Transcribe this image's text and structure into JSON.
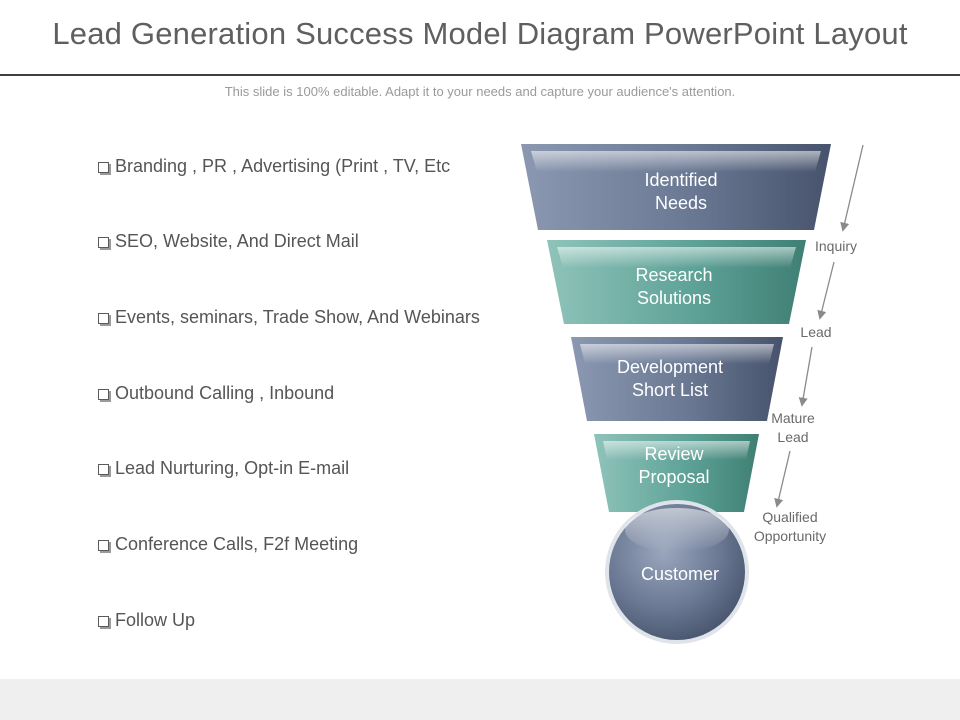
{
  "header": {
    "title": "Lead Generation Success Model Diagram PowerPoint Layout",
    "subtitle": "This slide is 100% editable. Adapt it to your needs and capture your audience's attention."
  },
  "bullets": [
    "Branding , PR , Advertising (Print , TV, Etc",
    "SEO, Website, And Direct Mail",
    "Events, seminars, Trade Show, And Webinars",
    "Outbound Calling , Inbound",
    "Lead Nurturing,  Opt-in E-mail",
    "Conference Calls, F2f Meeting",
    "Follow Up"
  ],
  "funnel": {
    "stages": [
      {
        "line1": "Identified",
        "line2": "Needs",
        "color": "#5d6b88"
      },
      {
        "line1": "Research",
        "line2": "Solutions",
        "color": "#4f9489"
      },
      {
        "line1": "Development",
        "line2": "Short List",
        "color": "#5d6b88"
      },
      {
        "line1": "Review",
        "line2": "Proposal",
        "color": "#4f9489"
      }
    ],
    "customer": {
      "label": "Customer",
      "color": "#5d6b88"
    }
  },
  "side_labels": {
    "inquiry": "Inquiry",
    "lead": "Lead",
    "mature_lead_1": "Mature",
    "mature_lead_2": "Lead",
    "qualified_1": "Qualified",
    "qualified_2": "Opportunity"
  },
  "colors": {
    "slate": "#5d6b88",
    "teal": "#4f9489",
    "title_text": "#5f5f5f",
    "footer_band": "#efefef"
  },
  "icons": {
    "bullet": "checkbox-icon",
    "connector": "arrow-down-icon"
  }
}
